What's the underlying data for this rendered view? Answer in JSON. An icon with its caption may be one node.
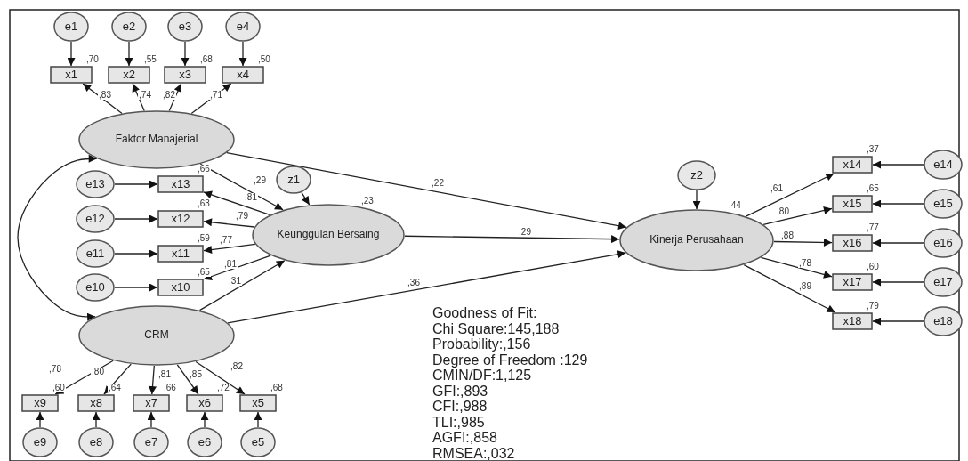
{
  "diagram": {
    "nodes": [
      {
        "text": [
          "e1"
        ]
      },
      {
        "text": [
          "e2"
        ]
      },
      {
        "text": [
          "e3"
        ]
      },
      {
        "text": [
          "e4"
        ]
      },
      {
        "text": [
          "x1"
        ],
        "beside": [
          ",70"
        ]
      },
      {
        "text": [
          "x2"
        ],
        "beside": [
          ",55"
        ]
      },
      {
        "text": [
          "x3"
        ],
        "beside": [
          ",68"
        ]
      },
      {
        "text": [
          "x4"
        ],
        "beside": [
          ",50"
        ]
      },
      {
        "text": [
          "Faktor Manajerial"
        ]
      },
      {
        "text": [
          "z1"
        ]
      },
      {
        "text": [
          "e13"
        ]
      },
      {
        "text": [
          "x13"
        ],
        "beside": [
          ",66"
        ]
      },
      {
        "text": [
          "e12"
        ]
      },
      {
        "text": [
          "x12"
        ],
        "beside": [
          ",63"
        ]
      },
      {
        "text": [
          "e11"
        ]
      },
      {
        "text": [
          "x11"
        ],
        "beside": [
          ",59"
        ]
      },
      {
        "text": [
          "e10"
        ]
      },
      {
        "text": [
          "x10"
        ],
        "beside": [
          ",65"
        ]
      },
      {
        "text": [
          "Keunggulan Bersaing"
        ],
        "beside": [
          ",23"
        ]
      },
      {
        "text": [
          "z2"
        ]
      },
      {
        "text": [
          "Kinerja Perusahaan"
        ],
        "beside": [
          ",44"
        ]
      },
      {
        "text": [
          "x14"
        ],
        "beside": [
          ",37"
        ]
      },
      {
        "text": [
          "e14"
        ]
      },
      {
        "text": [
          "x15"
        ],
        "beside": [
          ",65"
        ]
      },
      {
        "text": [
          "e15"
        ]
      },
      {
        "text": [
          "x16"
        ],
        "beside": [
          ",77"
        ]
      },
      {
        "text": [
          "e16"
        ]
      },
      {
        "text": [
          "x17"
        ],
        "beside": [
          ",60"
        ]
      },
      {
        "text": [
          "e17"
        ]
      },
      {
        "text": [
          "x18"
        ],
        "beside": [
          ",79"
        ]
      },
      {
        "text": [
          "e18"
        ]
      },
      {
        "text": [
          "CRM"
        ]
      },
      {
        "text": [
          "x9"
        ],
        "beside": [
          ",60"
        ]
      },
      {
        "text": [
          "x8"
        ],
        "beside": [
          ",64"
        ]
      },
      {
        "text": [
          "x7"
        ],
        "beside": [
          ",66"
        ]
      },
      {
        "text": [
          "x6"
        ],
        "beside": [
          ",72"
        ]
      },
      {
        "text": [
          "x5"
        ],
        "beside": [
          ",68"
        ]
      },
      {
        "text": [
          "e9"
        ]
      },
      {
        "text": [
          "e8"
        ]
      },
      {
        "text": [
          "e7"
        ]
      },
      {
        "text": [
          "e6"
        ]
      },
      {
        "text": [
          "e5"
        ]
      }
    ],
    "edges": [
      {
        "from": 0,
        "to": 4,
        "arrow": "to"
      },
      {
        "from": 1,
        "to": 5,
        "arrow": "to"
      },
      {
        "from": 2,
        "to": 6,
        "arrow": "to"
      },
      {
        "from": 3,
        "to": 7,
        "arrow": "to"
      },
      {
        "from": 8,
        "to": 4,
        "arrow": "to",
        "label": ",83"
      },
      {
        "from": 8,
        "to": 5,
        "arrow": "to",
        "label": ",74"
      },
      {
        "from": 8,
        "to": 6,
        "arrow": "to",
        "label": ",82"
      },
      {
        "from": 8,
        "to": 7,
        "arrow": "to",
        "label": ",71"
      },
      {
        "from": 8,
        "to": 31,
        "arrow": "both"
      },
      {
        "from": 8,
        "to": 18,
        "arrow": "to",
        "label": ",29"
      },
      {
        "from": 8,
        "to": 20,
        "arrow": "to",
        "label": ",22"
      },
      {
        "from": 9,
        "to": 18,
        "arrow": "to"
      },
      {
        "from": 10,
        "to": 11,
        "arrow": "to"
      },
      {
        "from": 12,
        "to": 13,
        "arrow": "to"
      },
      {
        "from": 14,
        "to": 15,
        "arrow": "to"
      },
      {
        "from": 16,
        "to": 17,
        "arrow": "to"
      },
      {
        "from": 18,
        "to": 11,
        "arrow": "to",
        "label": ",81"
      },
      {
        "from": 18,
        "to": 13,
        "arrow": "to",
        "label": ",79"
      },
      {
        "from": 18,
        "to": 15,
        "arrow": "to",
        "label": ",77"
      },
      {
        "from": 18,
        "to": 17,
        "arrow": "to",
        "label": ",81"
      },
      {
        "from": 31,
        "to": 18,
        "arrow": "to",
        "label": ",31"
      },
      {
        "from": 18,
        "to": 20,
        "arrow": "to",
        "label": ",29"
      },
      {
        "from": 31,
        "to": 20,
        "arrow": "to",
        "label": ",36"
      },
      {
        "from": 19,
        "to": 20,
        "arrow": "to"
      },
      {
        "from": 20,
        "to": 21,
        "arrow": "to",
        "label": ",61"
      },
      {
        "from": 20,
        "to": 23,
        "arrow": "to",
        "label": ",80"
      },
      {
        "from": 20,
        "to": 25,
        "arrow": "to",
        "label": ",88"
      },
      {
        "from": 20,
        "to": 27,
        "arrow": "to",
        "label": ",78"
      },
      {
        "from": 20,
        "to": 29,
        "arrow": "to",
        "label": ",89"
      },
      {
        "from": 22,
        "to": 21,
        "arrow": "to"
      },
      {
        "from": 24,
        "to": 23,
        "arrow": "to"
      },
      {
        "from": 26,
        "to": 25,
        "arrow": "to"
      },
      {
        "from": 28,
        "to": 27,
        "arrow": "to"
      },
      {
        "from": 30,
        "to": 29,
        "arrow": "to"
      },
      {
        "from": 31,
        "to": 32,
        "arrow": "to",
        "label": ",78"
      },
      {
        "from": 31,
        "to": 33,
        "arrow": "to",
        "label": ",80"
      },
      {
        "from": 31,
        "to": 34,
        "arrow": "to",
        "label": ",81"
      },
      {
        "from": 31,
        "to": 35,
        "arrow": "to",
        "label": ",85"
      },
      {
        "from": 31,
        "to": 36,
        "arrow": "to",
        "label": ",82"
      },
      {
        "from": 37,
        "to": 32,
        "arrow": "to"
      },
      {
        "from": 38,
        "to": 33,
        "arrow": "to"
      },
      {
        "from": 39,
        "to": 34,
        "arrow": "to"
      },
      {
        "from": 40,
        "to": 35,
        "arrow": "to"
      },
      {
        "from": 41,
        "to": 36,
        "arrow": "to"
      }
    ],
    "labels": [
      "Goodness of Fit:",
      "Chi Square:145,188",
      "Probability:,156",
      "Degree of Freedom :129",
      "CMIN/DF:1,125",
      "GFI:,893",
      "CFI:,988",
      "TLI:,985",
      "AGFI:,858",
      "RMSEA:,032"
    ]
  }
}
